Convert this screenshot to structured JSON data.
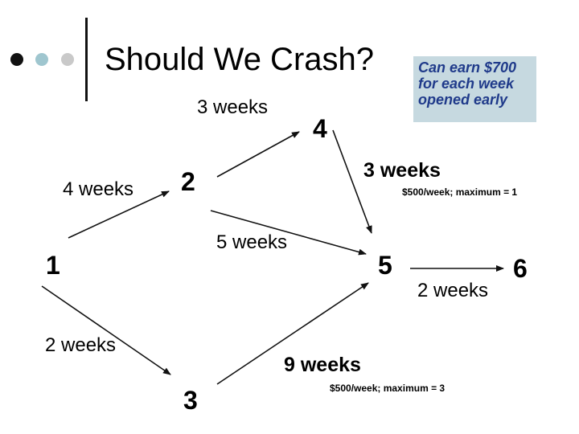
{
  "slide": {
    "title": "Should We Crash?",
    "bullets": {
      "colors": [
        "#111111",
        "#9fc6cf",
        "#c9c9c9"
      ]
    },
    "note": "Can earn $700 for each week opened early"
  },
  "nodes": [
    {
      "id": "1",
      "label": "1"
    },
    {
      "id": "2",
      "label": "2"
    },
    {
      "id": "3",
      "label": "3"
    },
    {
      "id": "4",
      "label": "4"
    },
    {
      "id": "5",
      "label": "5"
    },
    {
      "id": "6",
      "label": "6"
    }
  ],
  "edges": [
    {
      "from": "1",
      "to": "2",
      "label": "4 weeks"
    },
    {
      "from": "1",
      "to": "3",
      "label": "2 weeks"
    },
    {
      "from": "2",
      "to": "4",
      "label": "3 weeks"
    },
    {
      "from": "2",
      "to": "5",
      "label": "5 weeks"
    },
    {
      "from": "4",
      "to": "5",
      "label": "3 weeks",
      "crash_cost": "$500/week; maximum = 1"
    },
    {
      "from": "3",
      "to": "5",
      "label": "9 weeks",
      "crash_cost": "$500/week; maximum = 3"
    },
    {
      "from": "5",
      "to": "6",
      "label": "2 weeks"
    }
  ]
}
